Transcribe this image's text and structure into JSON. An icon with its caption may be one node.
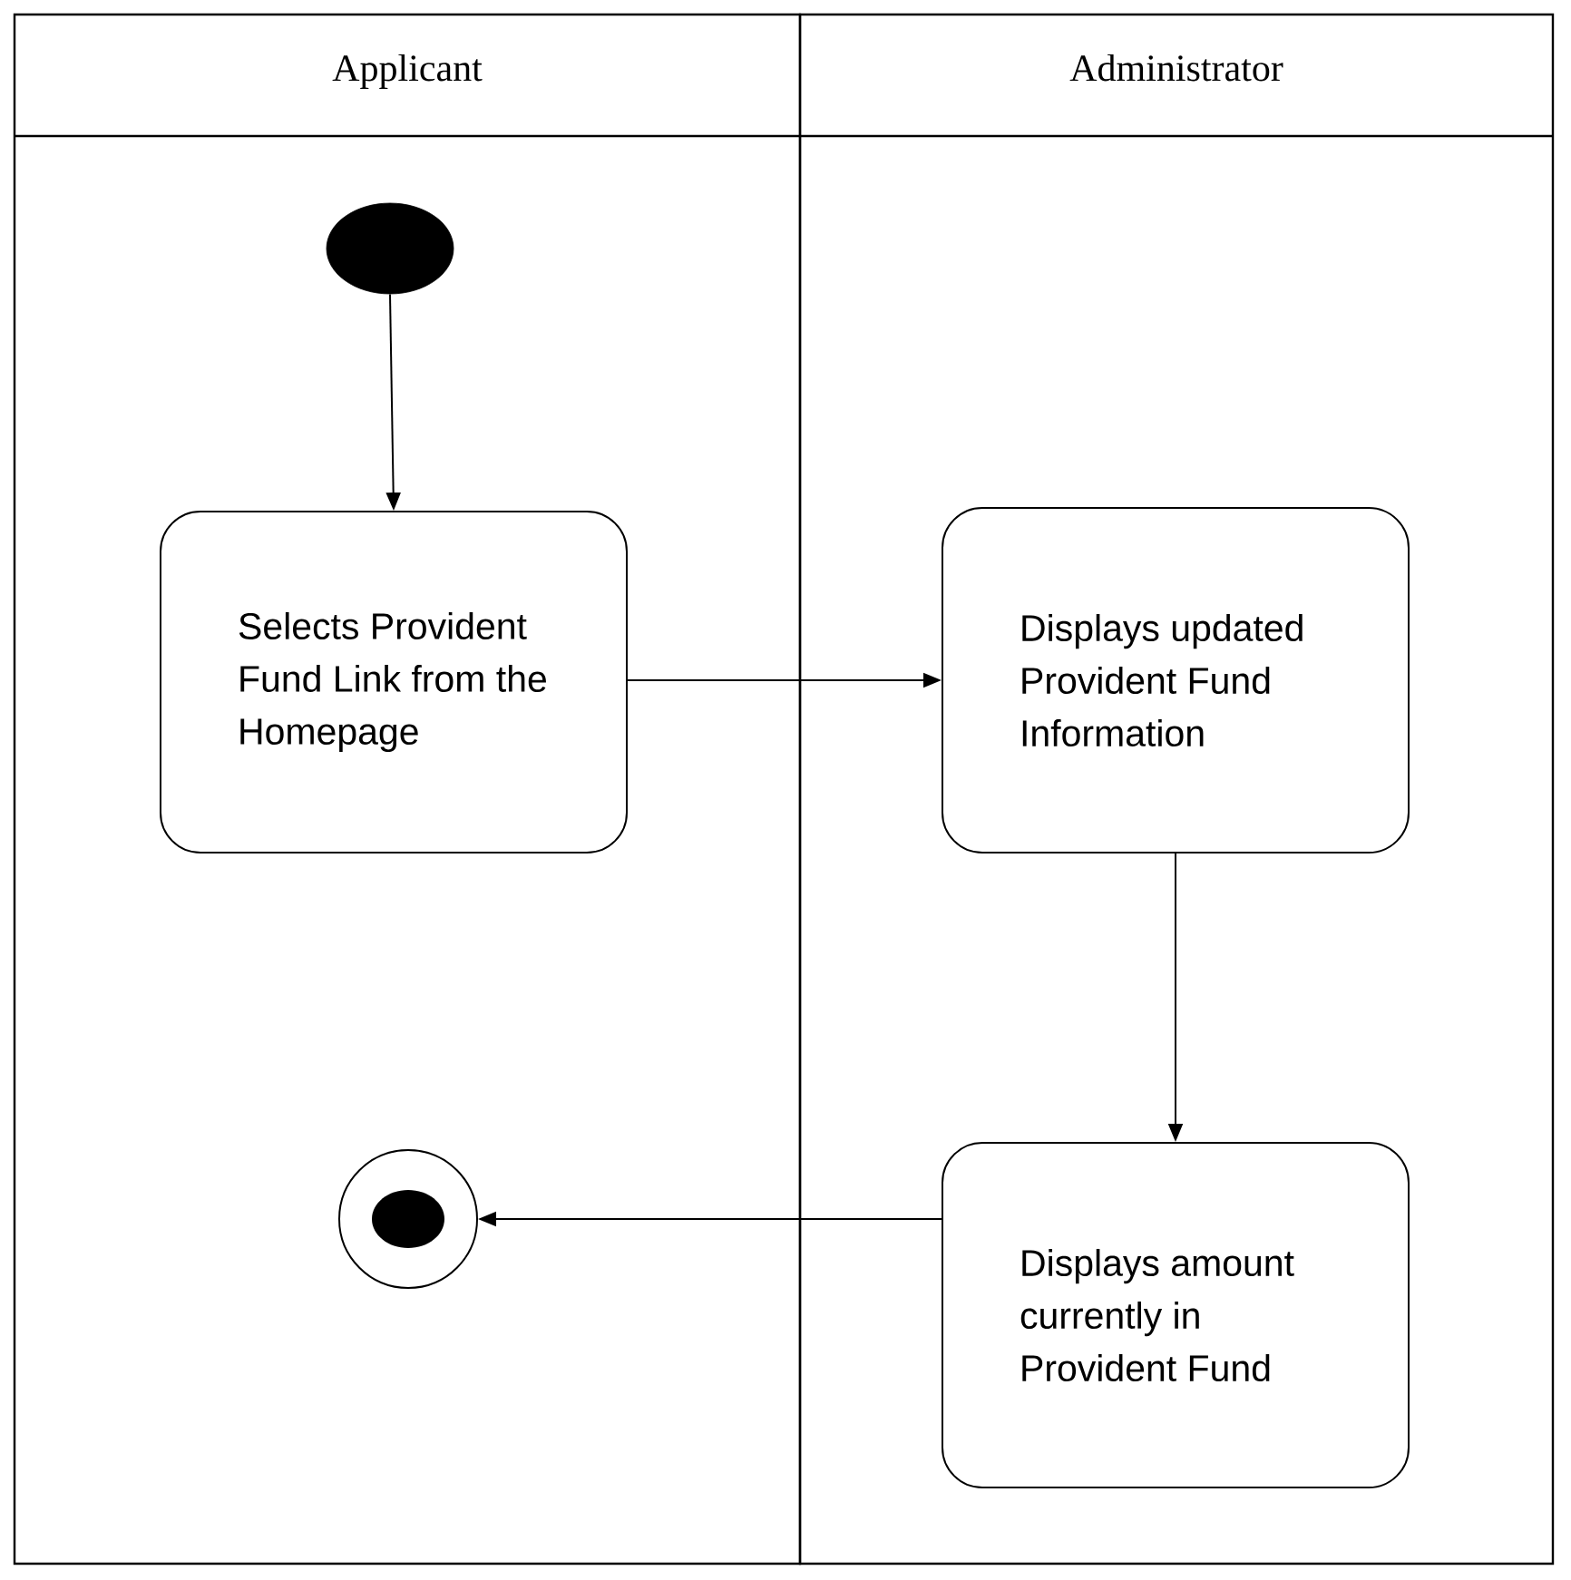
{
  "diagram": {
    "nodes": [
      {
        "text": [
          "Applicant"
        ]
      },
      {
        "text": [
          "Administrator"
        ]
      },
      {
        "text": [],
        "shape": "circle",
        "in": 0
      },
      {
        "text": [
          "Selects Provident Fund Link from the Homepage"
        ],
        "in": 0
      },
      {
        "text": [
          "Displays updated Provident Fund Information"
        ],
        "in": 1
      },
      {
        "text": [
          "Displays amount currently in Provident Fund"
        ],
        "in": 1
      },
      {
        "text": [],
        "shape": "bullseye",
        "in": 0
      }
    ],
    "edges": [
      {
        "from": 2,
        "to": 3,
        "arrow": "to"
      },
      {
        "from": 3,
        "to": 4,
        "arrow": "to"
      },
      {
        "from": 4,
        "to": 5,
        "arrow": "to"
      },
      {
        "from": 5,
        "to": 6,
        "arrow": "to"
      }
    ]
  }
}
